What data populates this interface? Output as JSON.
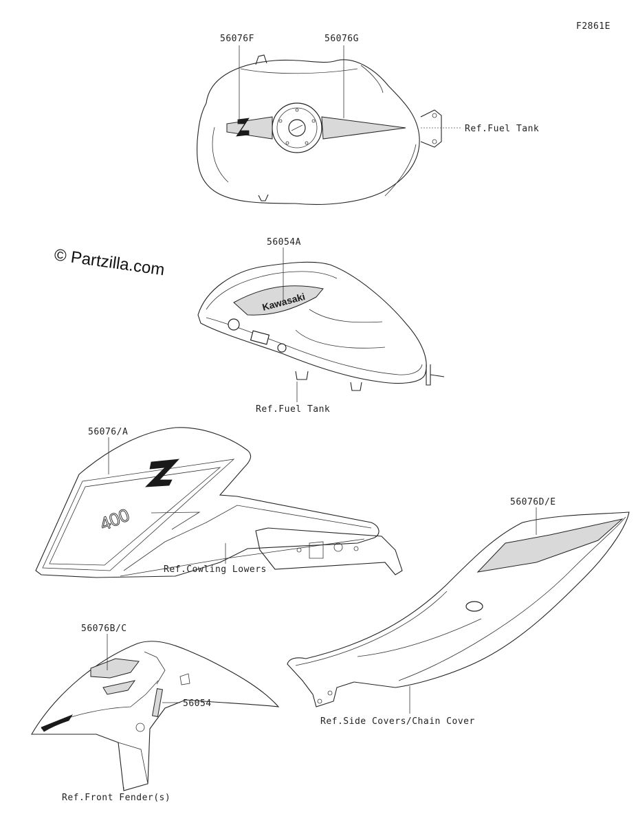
{
  "figure_id": "F2861E",
  "watermark": "© Partzilla.com",
  "groups": {
    "fuel_tank_top": {
      "labels": [
        "56076F",
        "56076G"
      ],
      "ref": "Ref.Fuel Tank",
      "decal_text": "Z"
    },
    "fuel_tank_side": {
      "labels": [
        "56054A"
      ],
      "ref": "Ref.Fuel Tank",
      "decal_text": "Kawasaki"
    },
    "cowling": {
      "labels": [
        "56076/A"
      ],
      "ref": "Ref.Cowling Lowers",
      "decal_text": "Z",
      "decal_text_2": "400"
    },
    "side_cover": {
      "labels": [
        "56076D/E"
      ],
      "ref": "Ref.Side Covers/Chain Cover"
    },
    "front_fender": {
      "labels": [
        "56076B/C",
        "56054"
      ],
      "ref": "Ref.Front Fender(s)"
    }
  }
}
